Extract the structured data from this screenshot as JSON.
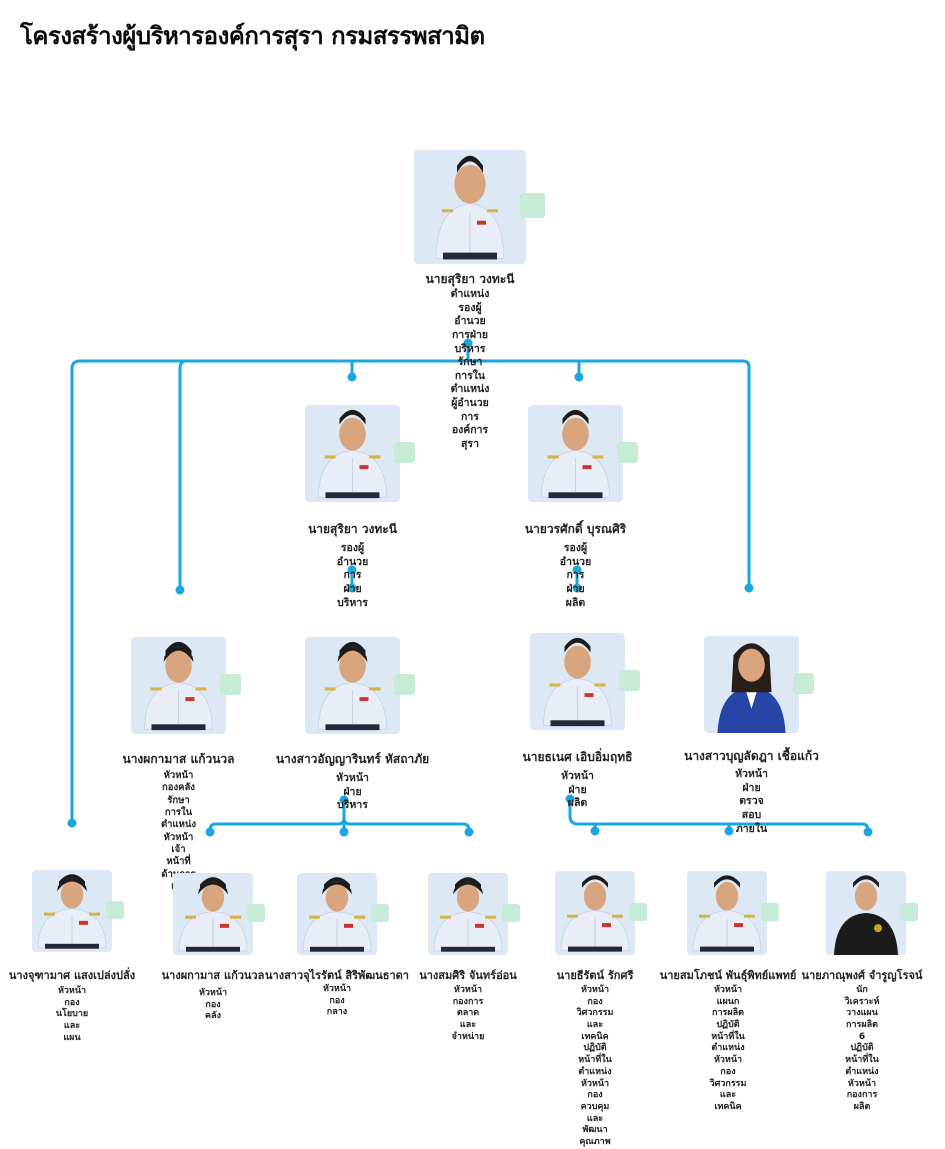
{
  "page_title": "โครงสร้างผู้บริหารองค์การสุรา กรมสรรพสามิต",
  "colors": {
    "connector": "#1aa7df",
    "photo_bg": "#dde8f5",
    "tag": "#c6ebd6",
    "uniform": "#e9edf7",
    "suit": "#2745a6",
    "black_suit": "#1b1b1b"
  },
  "people": [
    {
      "id": "p1",
      "name": "นายสุริยา วงทะนี",
      "role": "ตำแหน่งรองผู้อำนวยการฝ่ายบริหาร\nรักษาการในตำแหน่ง\nผู้อำนวยการองค์การสุรา",
      "attire": "uniform"
    },
    {
      "id": "p2",
      "name": "นายสุริยา วงทะนี",
      "role": "รองผู้อำนวยการฝ่ายบริหาร",
      "attire": "uniform"
    },
    {
      "id": "p3",
      "name": "นายวรศักดิ์ บุรณศิริ",
      "role": "รองผู้อำนวยการฝ่ายผลิต",
      "attire": "uniform"
    },
    {
      "id": "p4",
      "name": "นางผกามาส แก้วนวล",
      "role": "หัวหน้ากองคลัง\nรักษาการในตำแหน่ง\nหัวหน้าเจ้าหน้าที่ด้านการเงิน",
      "attire": "uniform-f"
    },
    {
      "id": "p5",
      "name": "นางสาวอัญญารินทร์ หัสถาภัย",
      "role": "หัวหน้าฝ่ายบริหาร",
      "attire": "uniform-f"
    },
    {
      "id": "p6",
      "name": "นายธเนศ เอิบอิ่มฤทธิ",
      "role": "หัวหน้าฝ่ายผลิต",
      "attire": "uniform"
    },
    {
      "id": "p7",
      "name": "นางสาวบุญลัดฎา เชื้อแก้ว",
      "role": "หัวหน้าฝ่ายตรวจสอบภายใน",
      "attire": "suit"
    },
    {
      "id": "p8",
      "name": "นางจุฑามาศ แสงเปล่งปลั่ง",
      "role": "หัวหน้ากองนโยบายและแผน",
      "attire": "uniform-f"
    },
    {
      "id": "p9",
      "name": "นางผกามาส แก้วนวล",
      "role": "หัวหน้ากองคลัง",
      "attire": "uniform-f"
    },
    {
      "id": "p10",
      "name": "นางสาวจุไรรัตน์ สิริพัฒนธาดา",
      "role": "หัวหน้ากองกลาง",
      "attire": "uniform-f"
    },
    {
      "id": "p11",
      "name": "นางสมศิริ จันทร์อ่อน",
      "role": "หัวหน้ากองการตลาด\nและจำหน่าย",
      "attire": "uniform-f"
    },
    {
      "id": "p12",
      "name": "นายธีรัตน์ รักศรี",
      "role": "หัวหน้ากองวิศวกรรมและเทคนิค\nปฏิบัติหน้าที่ในตำแหน่งหัวหน้า\nกองควบคุมและพัฒนาคุณภาพ",
      "attire": "uniform"
    },
    {
      "id": "p13",
      "name": "นายสมโภชน์ พันธุ์พิทย์แพทย์",
      "role": "หัวหน้าแผนกการผลิต\nปฏิบัติหน้าที่ในตำแหน่ง\nหัวหน้ากองวิศวกรรมและ\nเทคนิค",
      "attire": "uniform"
    },
    {
      "id": "p14",
      "name": "นายภาณุพงศ์ จำรูญโรจน์",
      "role": "นักวิเคราะห์วางแผนการผลิต 6\nปฏิบัติหน้าที่ในตำแหน่ง\nหัวหน้ากองการผลิต",
      "attire": "black"
    }
  ]
}
